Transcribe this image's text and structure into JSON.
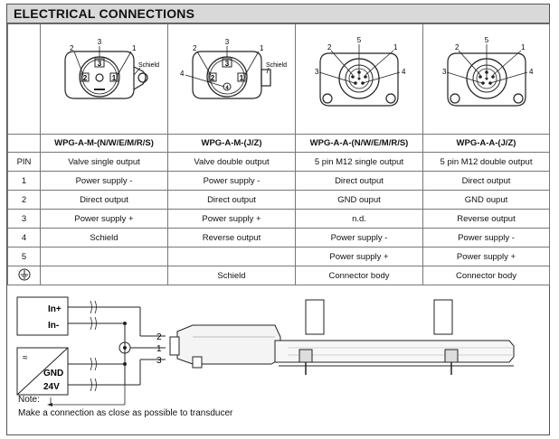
{
  "title": "ELECTRICAL CONNECTIONS",
  "connectors": [
    {
      "pins_drawn": [
        "1",
        "2",
        "3"
      ],
      "schield": "Schield"
    },
    {
      "pins_drawn": [
        "1",
        "2",
        "3",
        "4"
      ],
      "schield": "Schield"
    },
    {
      "pins_drawn": [
        "1",
        "2",
        "3",
        "4",
        "5"
      ]
    },
    {
      "pins_drawn": [
        "1",
        "2",
        "3",
        "4",
        "5"
      ]
    }
  ],
  "columns": [
    "WPG-A-M-(N/W/E/M/R/S)",
    "WPG-A-M-(J/Z)",
    "WPG-A-A-(N/W/E/M/R/S)",
    "WPG-A-A-(J/Z)"
  ],
  "rows": [
    {
      "pin": "PIN",
      "cells": [
        "Valve single output",
        "Valve double output",
        "5 pin M12 single output",
        "5 pin M12 double output"
      ]
    },
    {
      "pin": "1",
      "cells": [
        "Power supply -",
        "Power supply -",
        "Direct output",
        "Direct output"
      ]
    },
    {
      "pin": "2",
      "cells": [
        "Direct output",
        "Direct output",
        "GND ouput",
        "GND ouput"
      ]
    },
    {
      "pin": "3",
      "cells": [
        "Power supply +",
        "Power supply +",
        "n.d.",
        "Reverse output"
      ]
    },
    {
      "pin": "4",
      "cells": [
        "Schield",
        "Reverse output",
        "Power supply -",
        "Power supply -"
      ]
    },
    {
      "pin": "5",
      "cells": [
        "",
        "",
        "Power supply +",
        "Power supply +"
      ]
    },
    {
      "pin": "",
      "pin_icon": "ground-icon",
      "cells": [
        "",
        "Schield",
        "Connector body",
        "Connector body"
      ]
    }
  ],
  "wiring": {
    "in_plus": "In+",
    "in_minus": "In-",
    "gnd": "GND",
    "v24": "24V",
    "wire_labels": [
      "2",
      "1",
      "3"
    ],
    "note": "Note:",
    "note_text": "Make a connection as close as possible to transducer"
  }
}
